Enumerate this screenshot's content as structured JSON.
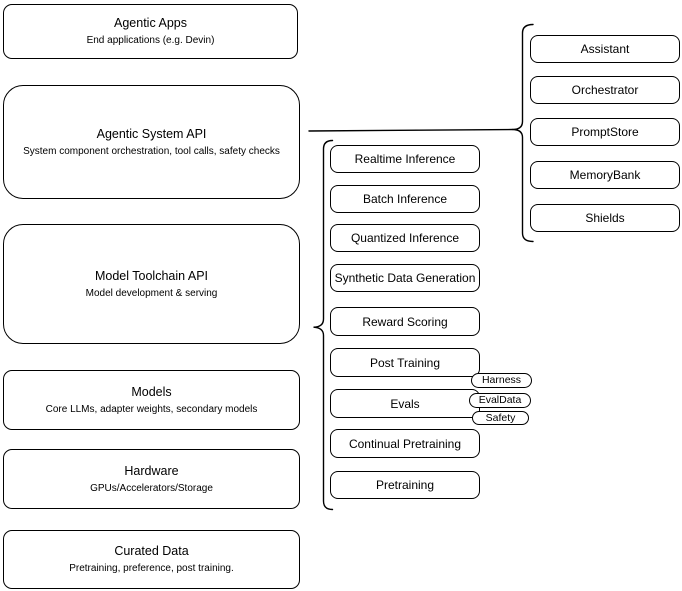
{
  "colors": {
    "background": "#ffffff",
    "stroke": "#000000",
    "text": "#000000"
  },
  "left_column": [
    {
      "title": "Agentic Apps",
      "subtitle": "End applications (e.g. Devin)"
    },
    {
      "title": "Agentic System API",
      "subtitle": "System component orchestration, tool calls, safety checks"
    },
    {
      "title": "Model Toolchain API",
      "subtitle": "Model development & serving"
    },
    {
      "title": "Models",
      "subtitle": "Core LLMs, adapter weights, secondary models"
    },
    {
      "title": "Hardware",
      "subtitle": "GPUs/Accelerators/Storage"
    },
    {
      "title": "Curated Data",
      "subtitle": "Pretraining, preference, post training."
    }
  ],
  "middle_column": [
    "Realtime Inference",
    "Batch Inference",
    "Quantized Inference",
    "Synthetic Data Generation",
    "Reward Scoring",
    "Post Training",
    "Evals",
    "Continual Pretraining",
    "Pretraining"
  ],
  "evals_tags": [
    "Harness",
    "EvalData",
    "Safety"
  ],
  "right_column": [
    "Assistant",
    "Orchestrator",
    "PromptStore",
    "MemoryBank",
    "Shields"
  ]
}
